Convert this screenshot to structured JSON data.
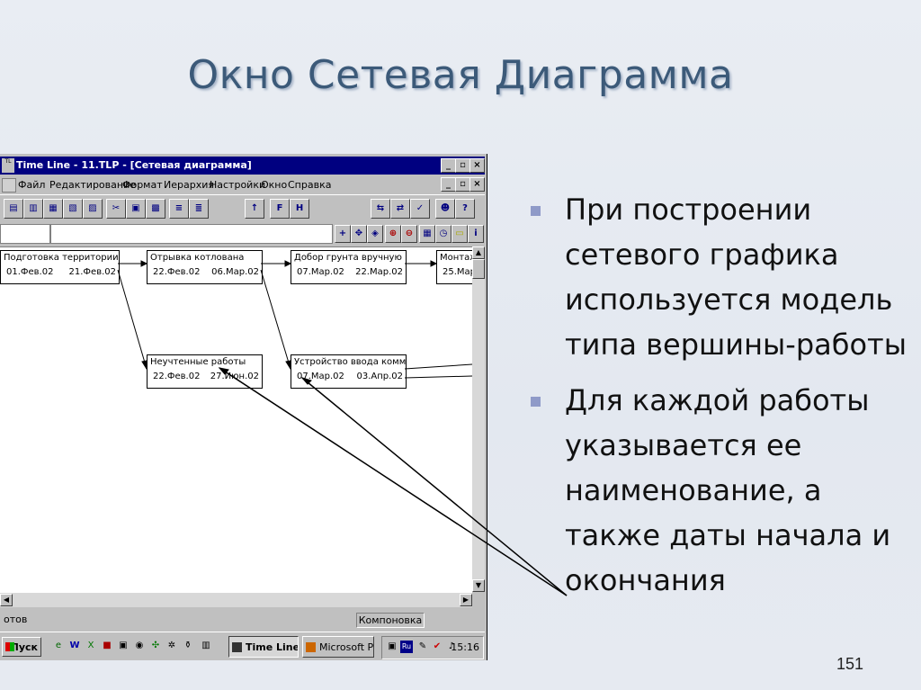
{
  "slide": {
    "title": "Окно Сетевая Диаграмма",
    "bullets": [
      "При построении сетевого графика используется модель типа вершины-работы",
      "Для каждой работы указывается ее наименование, а также даты начала и окончания"
    ],
    "page_number": "151",
    "accent_color": "#3c5a79"
  },
  "window": {
    "title": "Time Line - 11.TLP - [Сетевая диаграмма]",
    "app_icon_text": "TL",
    "menu": [
      "Файл",
      "Редактирование",
      "Формат",
      "Иерархия",
      "Настройки",
      "Окно",
      "Справка"
    ],
    "status_left": "отов",
    "status_right": "Компоновка"
  },
  "diagram": {
    "nodes": [
      {
        "name": "Подготовка территории",
        "start": "01.Фев.02",
        "end": "21.Фев.02"
      },
      {
        "name": "Отрывка котлована",
        "start": "22.Фев.02",
        "end": "06.Мар.02"
      },
      {
        "name": "Добор грунта вручную",
        "start": "07.Мар.02",
        "end": "22.Мар.02"
      },
      {
        "name": "Монтаж",
        "start": "25.Мар",
        "end": ""
      },
      {
        "name": "Неучтенные работы",
        "start": "22.Фев.02",
        "end": "27.Июн.02"
      },
      {
        "name": "Устройство ввода коммуни",
        "start": "07.Мар.02",
        "end": "03.Апр.02"
      }
    ]
  },
  "taskbar": {
    "start_label": "Пуск",
    "tasks": [
      "Time Line...",
      "Microsoft Po..."
    ],
    "clock": "15:16"
  }
}
